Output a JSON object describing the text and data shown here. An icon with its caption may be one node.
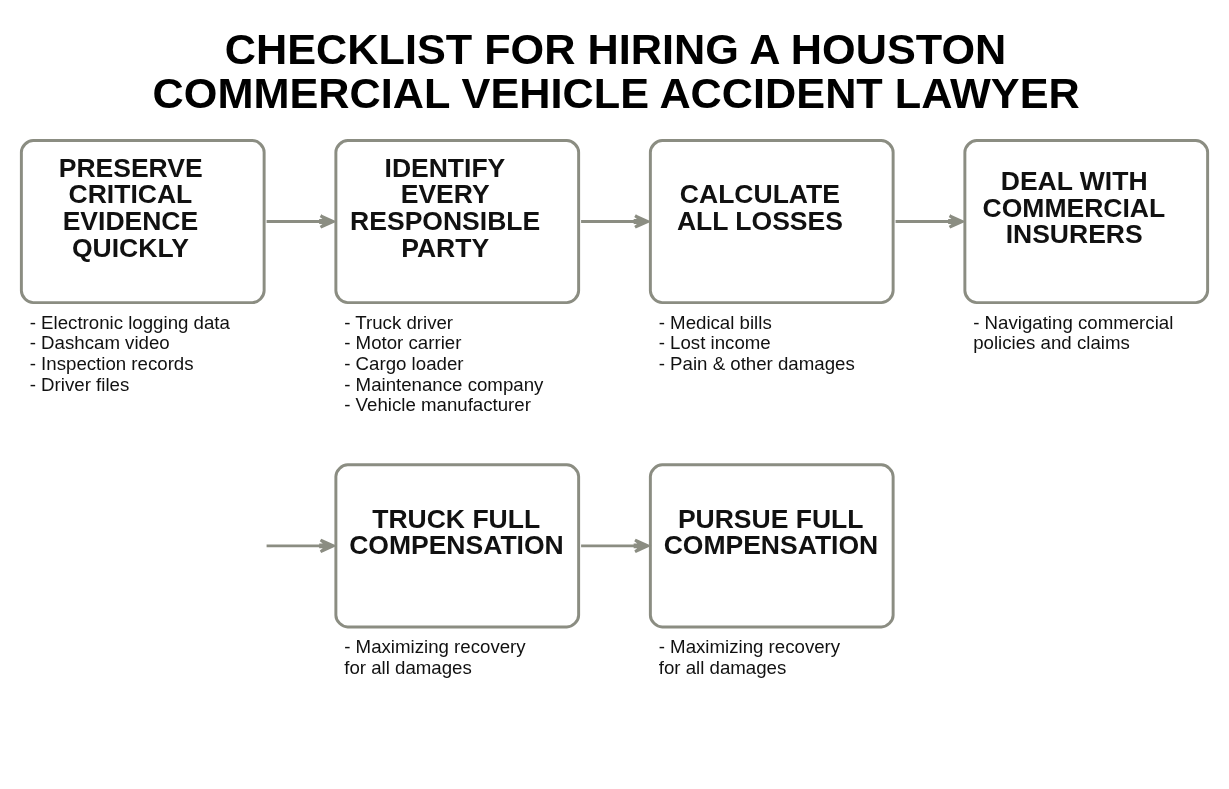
{
  "diagram": {
    "title": "CHECKLIST FOR HIRING A HOUSTON COMMERCIAL VEHICLE ACCIDENT LAWYER",
    "nodes": [
      {
        "text": [
          "PRESERVE CRITICAL EVIDENCE QUICKLY"
        ],
        "beside": [
          "- Electronic logging data",
          "- Dashcam video",
          "- Inspection records",
          "- Driver files"
        ]
      },
      {
        "text": [
          "IDENTIFY EVERY RESPONSIBLE PARTY"
        ],
        "beside": [
          "- Truck driver",
          "- Motor carrier",
          "- Cargo loader",
          "- Maintenance company",
          "- Vehicle manufacturer"
        ]
      },
      {
        "text": [
          "CALCULATE ALL LOSSES"
        ],
        "beside": [
          "- Medical bills",
          "- Lost income",
          "- Pain & other damages"
        ]
      },
      {
        "text": [
          "DEAL WITH COMMERCIAL INSURERS"
        ],
        "beside": [
          "- Navigating commercial policies and claims"
        ]
      },
      {
        "text": [
          "TRUCK FULL COMPENSATION"
        ],
        "beside": [
          "- Maximizing recovery for all damages"
        ]
      },
      {
        "text": [
          "PURSUE FULL COMPENSATION"
        ],
        "beside": [
          "- Maximizing recovery for all damages"
        ]
      }
    ],
    "edges": [
      {
        "from": 0,
        "to": 1,
        "arrow": "to"
      },
      {
        "from": 1,
        "to": 2,
        "arrow": "to"
      },
      {
        "from": 2,
        "to": 3,
        "arrow": "to"
      },
      {
        "from": null,
        "to": 4,
        "arrow": "to"
      },
      {
        "from": 4,
        "to": 5,
        "arrow": "to"
      }
    ]
  }
}
